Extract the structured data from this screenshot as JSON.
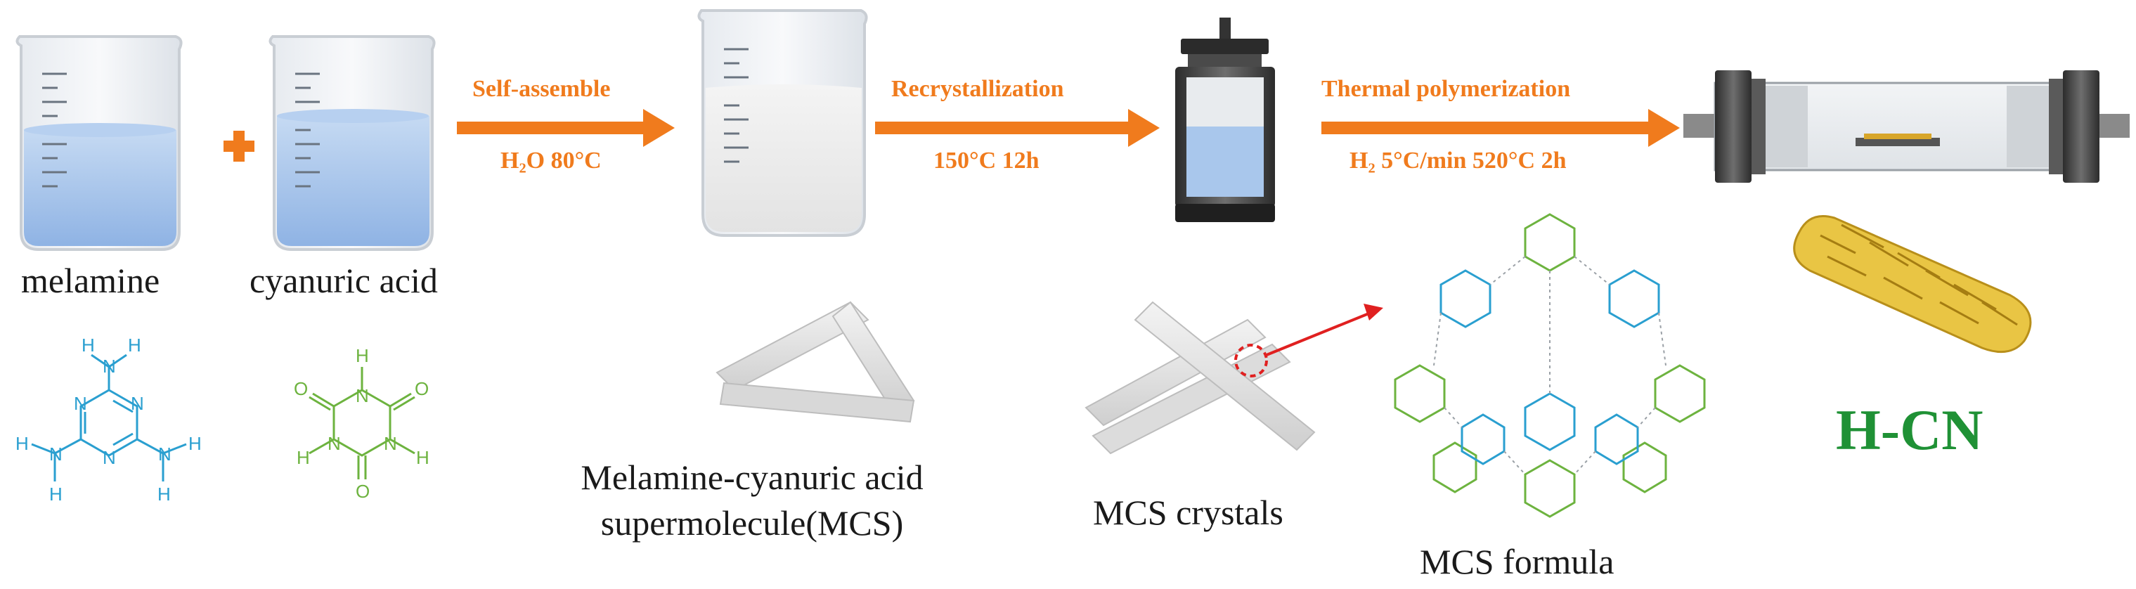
{
  "reagents": {
    "melamine": "melamine",
    "cyanuric_acid": "cyanuric acid"
  },
  "steps": [
    {
      "name": "Self-assemble",
      "condition": "H₂O 80°C"
    },
    {
      "name": "Recrystallization",
      "condition": "150°C 12h"
    },
    {
      "name": "Thermal polymerization",
      "condition": "H₂ 5°C/min 520°C 2h"
    }
  ],
  "labels": {
    "mcs_line1": "Melamine-cyanuric acid",
    "mcs_line2": "supermolecule(MCS)",
    "mcs_crystals": "MCS crystals",
    "mcs_formula": "MCS formula",
    "product": "H-CN"
  },
  "atoms": {
    "hydrogen": "H",
    "nitrogen": "N",
    "oxygen": "O"
  },
  "colors": {
    "arrow_orange": "#f07b1d",
    "melamine_blue": "#2a9fd0",
    "cyanuric_green": "#6db33f",
    "product_green": "#1f9135",
    "liquid_blue": "#a9c7ec"
  }
}
